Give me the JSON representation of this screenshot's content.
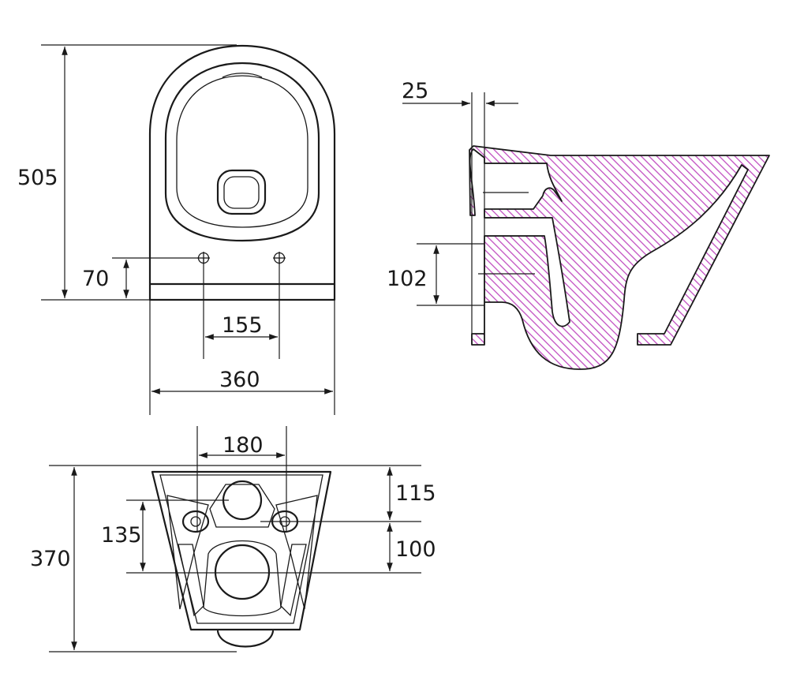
{
  "top_view": {
    "dim_length": "505",
    "dim_hole_offset": "70",
    "dim_hole_spacing": "155",
    "dim_width": "360"
  },
  "side_view": {
    "dim_wall_offset": "25",
    "dim_outlet_height": "102"
  },
  "rear_view": {
    "dim_spacing_top": "180",
    "dim_top": "115",
    "dim_middle": "100",
    "dim_left_inner": "135",
    "dim_height": "370"
  },
  "colors": {
    "line": "#1a1a1a",
    "section_hatch": "#c14fc1"
  }
}
